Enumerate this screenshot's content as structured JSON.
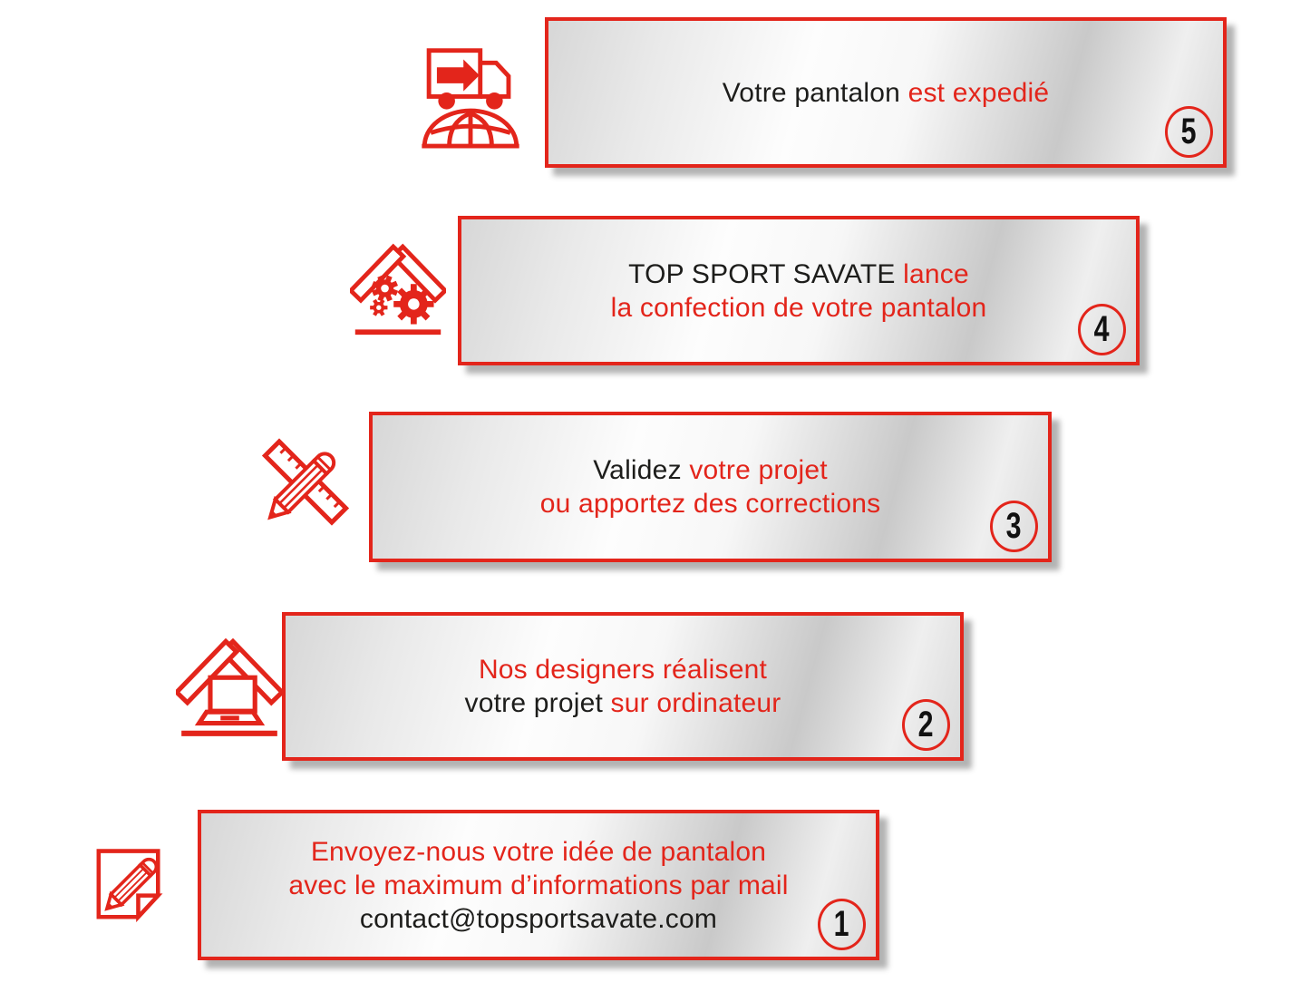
{
  "colors": {
    "accent_red": "#E3251B",
    "text_dark": "#1D1D1B",
    "badge_number_black": "#111111",
    "banner_silver_light": "#FDFDFD",
    "banner_silver_mid": "#D7D7D7",
    "banner_silver_dark": "#C9C9C9",
    "background": "#FFFFFF"
  },
  "steps": [
    {
      "badge": "5",
      "icon": "truck-globe-icon",
      "lines": [
        {
          "segments": [
            {
              "text": "Votre pantalon ",
              "style": "dark"
            },
            {
              "text": "est expedié",
              "style": "accent"
            }
          ]
        }
      ]
    },
    {
      "badge": "4",
      "icon": "roof-gears-icon",
      "lines": [
        {
          "segments": [
            {
              "text": "TOP SPORT SAVATE ",
              "style": "dark"
            },
            {
              "text": "lance",
              "style": "accent"
            }
          ]
        },
        {
          "segments": [
            {
              "text": "la confection de votre pantalon",
              "style": "accent"
            }
          ]
        }
      ]
    },
    {
      "badge": "3",
      "icon": "pencil-ruler-icon",
      "lines": [
        {
          "segments": [
            {
              "text": "Validez ",
              "style": "dark"
            },
            {
              "text": "votre projet",
              "style": "accent"
            }
          ]
        },
        {
          "segments": [
            {
              "text": "ou apportez des corrections",
              "style": "accent"
            }
          ]
        }
      ]
    },
    {
      "badge": "2",
      "icon": "roof-laptop-icon",
      "lines": [
        {
          "segments": [
            {
              "text": "Nos designers réalisent",
              "style": "accent"
            }
          ]
        },
        {
          "segments": [
            {
              "text": "votre projet ",
              "style": "dark"
            },
            {
              "text": "sur ordinateur",
              "style": "accent"
            }
          ]
        }
      ]
    },
    {
      "badge": "1",
      "icon": "note-pencil-icon",
      "lines": [
        {
          "segments": [
            {
              "text": "Envoyez-nous votre idée de pantalon",
              "style": "accent"
            }
          ]
        },
        {
          "segments": [
            {
              "text": "avec le maximum d’informations par mail",
              "style": "accent"
            }
          ]
        },
        {
          "segments": [
            {
              "text": "contact@topsportsavate.com",
              "style": "dark"
            }
          ]
        }
      ]
    }
  ]
}
